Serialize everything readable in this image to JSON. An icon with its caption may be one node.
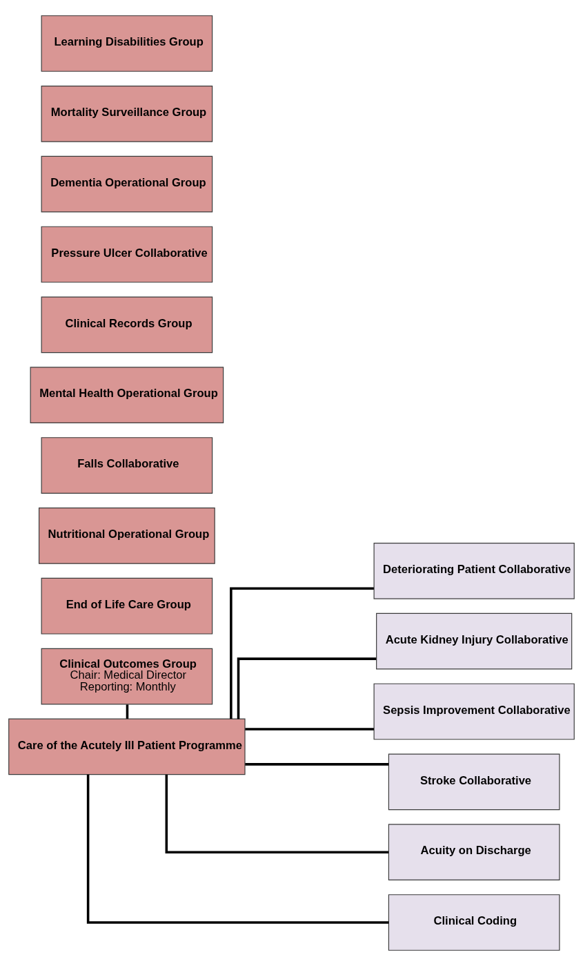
{
  "diagram": {
    "nodes": [
      {
        "text": [
          "Clinical Outcomes Group",
          "Chair: Medical Director",
          "Reporting: Monthly"
        ]
      },
      {
        "text": [
          "Care of the Acutely Ill Patient Programme"
        ]
      },
      {
        "text": [
          "End of Life Care Group"
        ]
      },
      {
        "text": [
          "Nutritional Operational Group"
        ]
      },
      {
        "text": [
          "Falls Collaborative"
        ]
      },
      {
        "text": [
          "Mental Health Operational Group"
        ]
      },
      {
        "text": [
          "Clinical Records Group"
        ]
      },
      {
        "text": [
          "Pressure Ulcer Collaborative"
        ]
      },
      {
        "text": [
          "Dementia Operational Group"
        ]
      },
      {
        "text": [
          "Mortality Surveillance Group"
        ]
      },
      {
        "text": [
          "Learning Disabilities Group"
        ]
      },
      {
        "text": [
          "Deteriorating Patient Collaborative"
        ]
      },
      {
        "text": [
          "Acute Kidney Injury Collaborative"
        ]
      },
      {
        "text": [
          "Sepsis Improvement Collaborative"
        ]
      },
      {
        "text": [
          "Stroke Collaborative"
        ]
      },
      {
        "text": [
          "Acuity on Discharge"
        ]
      },
      {
        "text": [
          "Clinical Coding"
        ]
      }
    ],
    "edges": [
      {
        "from": 0,
        "to": 1,
        "arrow": "none"
      },
      {
        "from": 1,
        "to": 11,
        "arrow": "none"
      },
      {
        "from": 1,
        "to": 12,
        "arrow": "none"
      },
      {
        "from": 1,
        "to": 13,
        "arrow": "none"
      },
      {
        "from": 1,
        "to": 14,
        "arrow": "none"
      },
      {
        "from": 1,
        "to": 15,
        "arrow": "none"
      },
      {
        "from": 1,
        "to": 16,
        "arrow": "none"
      }
    ]
  }
}
